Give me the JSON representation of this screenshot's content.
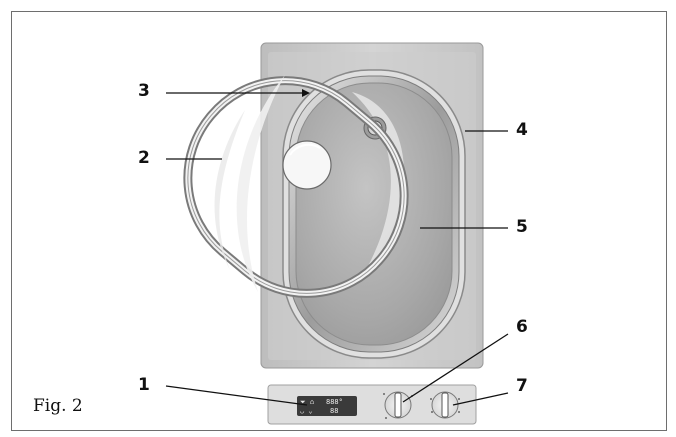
{
  "figure": {
    "caption": "Fig. 2"
  },
  "callouts": [
    {
      "label": "1"
    },
    {
      "label": "2"
    },
    {
      "label": "3"
    },
    {
      "label": "4"
    },
    {
      "label": "5"
    },
    {
      "label": "6"
    },
    {
      "label": "7"
    }
  ],
  "display": {
    "line1": "888°",
    "line2": "88"
  },
  "colors": {
    "border": "#6e6e6e",
    "hob_surface": "#c8c8c8",
    "plate": "#a9a9a9",
    "lid_ring": "#8a8a8a",
    "display_bg": "#3a3a3a",
    "line": "#111111"
  }
}
